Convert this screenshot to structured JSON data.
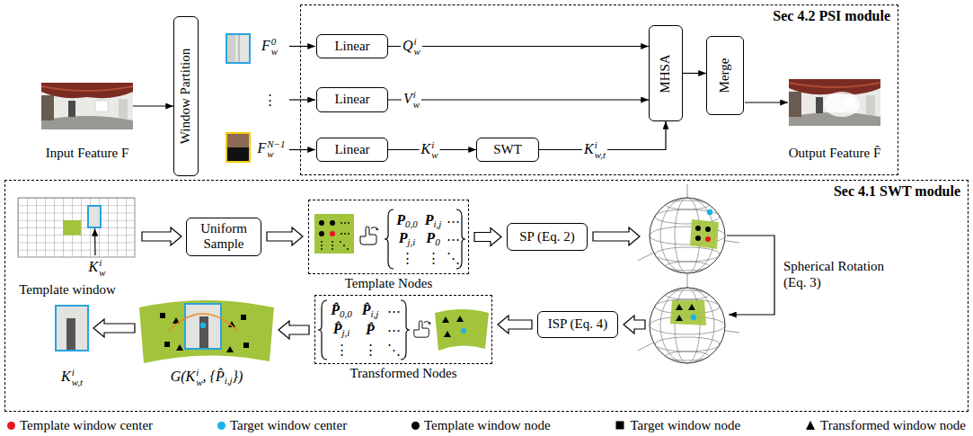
{
  "diagram": {
    "nodes": [
      {
        "text": [
          "Window Partition"
        ]
      },
      {
        "text": [
          "Sec 4.2 PSI module"
        ]
      },
      {
        "text": [
          "Linear"
        ],
        "in": 1
      },
      {
        "text": [
          "Linear"
        ],
        "in": 1
      },
      {
        "text": [
          "Linear"
        ],
        "in": 1
      },
      {
        "text": [
          "SWT"
        ],
        "in": 1
      },
      {
        "text": [
          "MHSA"
        ],
        "in": 1
      },
      {
        "text": [
          "Merge"
        ],
        "in": 1
      },
      {
        "text": [
          "Sec 4.1 SWT module"
        ]
      },
      {
        "text": [
          "Uniform Sample"
        ],
        "in": 8
      },
      {
        "text": [
          "Template Nodes"
        ],
        "in": 8
      },
      {
        "text": [
          "SP (Eq. 2)"
        ],
        "in": 8
      },
      {
        "text": [
          "ISP (Eq. 4)"
        ],
        "in": 8
      },
      {
        "text": [
          "Transformed Nodes"
        ],
        "in": 8
      }
    ],
    "edges": [
      {
        "from": 2,
        "to": 6,
        "arrow": "to"
      },
      {
        "from": 3,
        "to": 6,
        "arrow": "to"
      },
      {
        "from": 4,
        "to": 5,
        "arrow": "to"
      },
      {
        "from": 5,
        "to": 6,
        "arrow": "to"
      },
      {
        "from": 6,
        "to": 7,
        "arrow": "to"
      },
      {
        "from": 9,
        "to": 10,
        "arrow": "to"
      },
      {
        "from": 10,
        "to": 11,
        "arrow": "to"
      },
      {
        "from": 12,
        "to": 13,
        "arrow": "to"
      }
    ],
    "labels": [
      "Input Feature F",
      "Output Feature F̂",
      "F",
      "0",
      "w",
      "⋮",
      "F",
      "N−1",
      "w",
      "Q",
      "i",
      "w",
      "V",
      "i",
      "w",
      "K",
      "i",
      "w",
      "K",
      "i",
      "w,t",
      "Template window",
      "K",
      "i",
      "w",
      "P",
      "0,0",
      "P",
      "i,j",
      "⋯",
      "P",
      "j,i",
      "P",
      "0",
      "⋯",
      "⋮",
      "⋮",
      "⋱",
      "Spherical Rotation (Eq. 3)",
      "P̂",
      "0,0",
      "P̂",
      "i,j",
      "⋯",
      "P̂",
      "j,i",
      "P̂",
      "⋯",
      "⋮",
      "⋮",
      "⋱",
      "G(K",
      "i",
      "w",
      ", {P̂",
      "i,j",
      "})",
      "K",
      "i",
      "w,t"
    ],
    "legend": [
      {
        "text": "Template window center",
        "color": "#e8141c"
      },
      {
        "text": "Target window center",
        "color": "#1ab4e8"
      },
      {
        "text": "Template window node",
        "color": "#000000"
      },
      {
        "text": "Target window node"
      },
      {
        "text": "Transformed window node"
      }
    ]
  }
}
